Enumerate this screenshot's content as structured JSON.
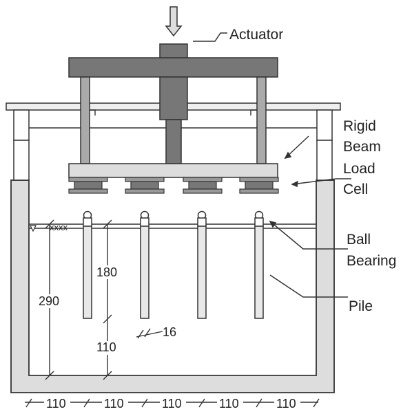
{
  "labels": {
    "actuator": "Actuator",
    "rigid_beam_1": "Rigid",
    "rigid_beam_2": "Beam",
    "load_cell_1": "Load",
    "load_cell_2": "Cell",
    "ball_bearing_1": "Ball",
    "ball_bearing_2": "Bearing",
    "pile": "Pile"
  },
  "dimensions": {
    "depth_total": "290",
    "pile_embed": "180",
    "below_pile": "110",
    "pile_diameter": "16",
    "spacing": [
      "110",
      "110",
      "110",
      "110",
      "110"
    ]
  },
  "colors": {
    "dark": "#777777",
    "light": "#dddddd",
    "line": "#333333"
  }
}
